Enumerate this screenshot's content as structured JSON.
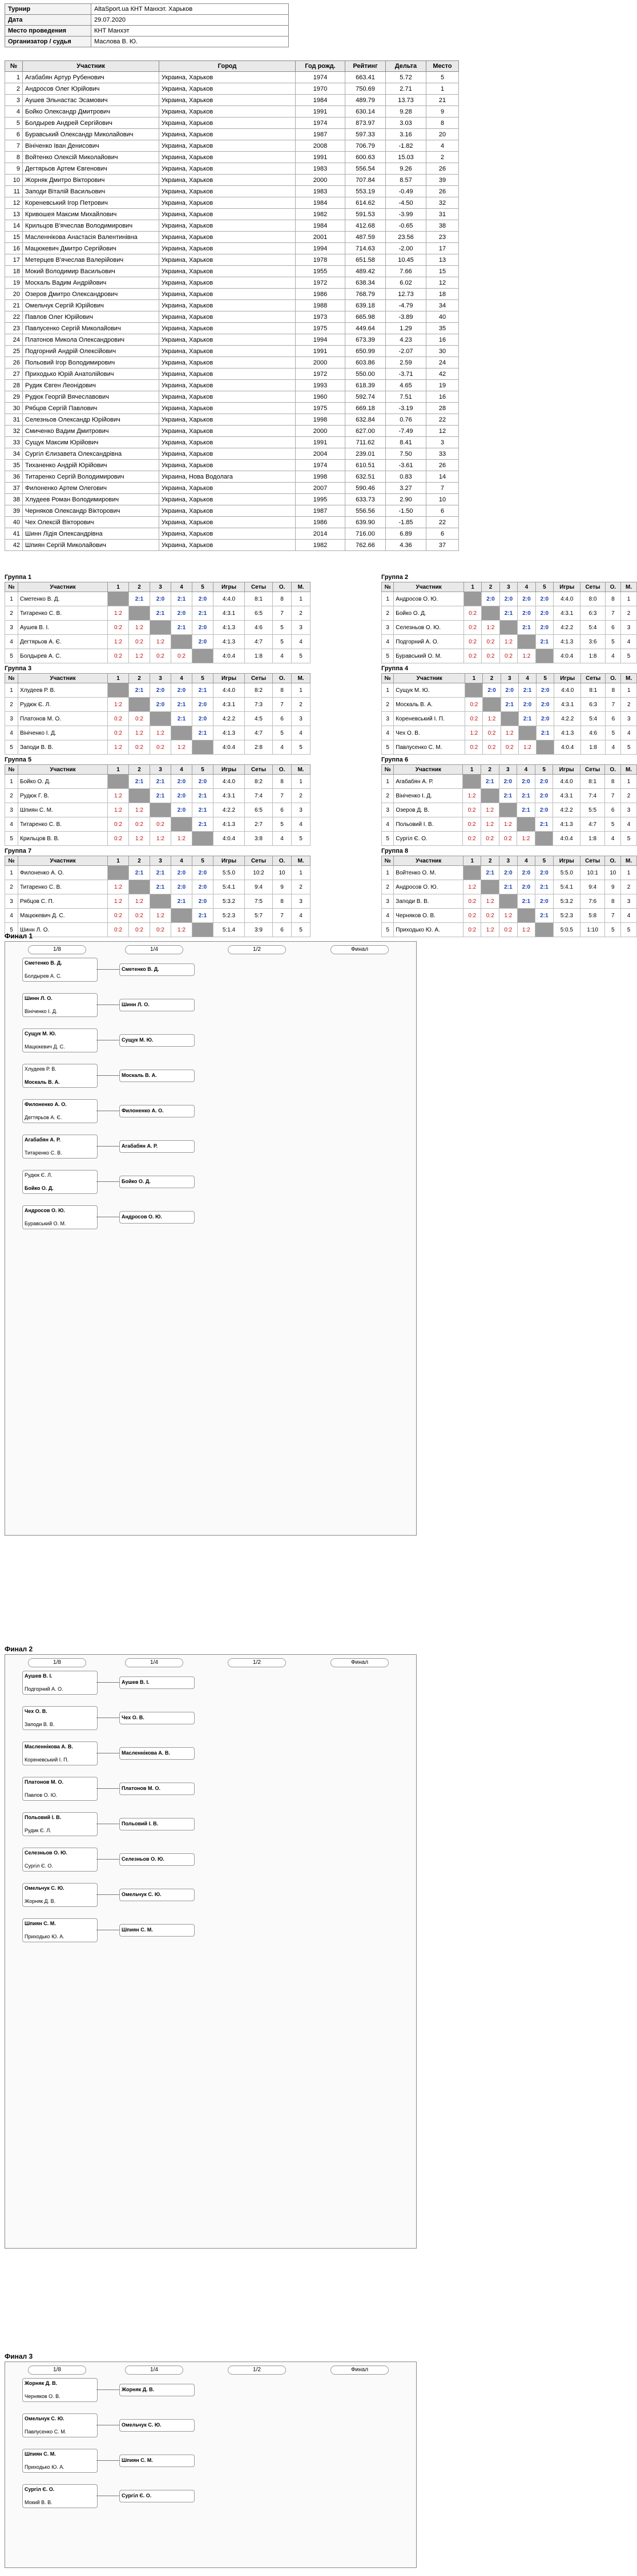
{
  "info": [
    {
      "key": "Турнир",
      "value": "AltaSport.ua КНТ Манхэт. Харьков"
    },
    {
      "key": "Дата",
      "value": "29.07.2020"
    },
    {
      "key": "Место проведения",
      "value": "КНТ Манхэт"
    },
    {
      "key": "Организатор / судья",
      "value": "Маслова В. Ю."
    }
  ],
  "main_headers": [
    "№",
    "Участник",
    "Город",
    "Год рожд.",
    "Рейтинг",
    "Дельта",
    "Место"
  ],
  "players": [
    [
      "1",
      "Агабабян Артур Рубенович",
      "Украина, Харьков",
      "1974",
      "663.41",
      "5.72",
      "5"
    ],
    [
      "2",
      "Андросов Олег Юрійович",
      "Украина, Харьков",
      "1970",
      "750.69",
      "2.71",
      "1"
    ],
    [
      "3",
      "Аушев Эльнастас Эсамович",
      "Украина, Харьков",
      "1984",
      "489.79",
      "13.73",
      "21"
    ],
    [
      "4",
      "Бойко Олександр Дмитрович",
      "Украина, Харьков",
      "1991",
      "630.14",
      "9.28",
      "9"
    ],
    [
      "5",
      "Болдырев Андрей Сергійович",
      "Украина, Харьков",
      "1974",
      "873.97",
      "3.03",
      "8"
    ],
    [
      "6",
      "Буравський Олександр Миколайович",
      "Украина, Харьков",
      "1987",
      "597.33",
      "3.16",
      "20"
    ],
    [
      "7",
      "Вініченко Іван Денисович",
      "Украина, Харьков",
      "2008",
      "706.79",
      "-1.82",
      "4"
    ],
    [
      "8",
      "Войтенко Олексій Миколайович",
      "Украина, Харьков",
      "1991",
      "600.63",
      "15.03",
      "2"
    ],
    [
      "9",
      "Дегтярьов Артем Євгенович",
      "Украина, Харьков",
      "1983",
      "556.54",
      "9.26",
      "26"
    ],
    [
      "10",
      "Жорняк Дмитро Вікторович",
      "Украина, Харьков",
      "2000",
      "707.84",
      "8.57",
      "39"
    ],
    [
      "11",
      "Заподи Віталій Васильович",
      "Украина, Харьков",
      "1983",
      "553.19",
      "-0.49",
      "26"
    ],
    [
      "12",
      "Кореневський Ігор Петрович",
      "Украина, Харьков",
      "1984",
      "614.62",
      "-4.50",
      "32"
    ],
    [
      "13",
      "Кривошея Максим Михайлович",
      "Украина, Харьков",
      "1982",
      "591.53",
      "-3.99",
      "31"
    ],
    [
      "14",
      "Крильцов В'ячеслав Володимирович",
      "Украина, Харьков",
      "1984",
      "412.68",
      "-0.65",
      "38"
    ],
    [
      "15",
      "Масленнікова Анастасія Валентинівна",
      "Украина, Харьков",
      "2001",
      "487.59",
      "23.56",
      "23"
    ],
    [
      "16",
      "Мацюкевич Дмитро Сергійович",
      "Украина, Харьков",
      "1994",
      "714.63",
      "-2.00",
      "17"
    ],
    [
      "17",
      "Метерцев В'ячеслав Валерійович",
      "Украина, Харьков",
      "1978",
      "651.58",
      "10.45",
      "13"
    ],
    [
      "18",
      "Мокий Володимир Васильович",
      "Украина, Харьков",
      "1955",
      "489.42",
      "7.66",
      "15"
    ],
    [
      "19",
      "Москаль Вадим Андрійович",
      "Украина, Харьков",
      "1972",
      "638.34",
      "6.02",
      "12"
    ],
    [
      "20",
      "Озеров Дмитро Олександрович",
      "Украина, Харьков",
      "1986",
      "768.79",
      "12.73",
      "18"
    ],
    [
      "21",
      "Омельчук Сергій Юрійович",
      "Украина, Харьков",
      "1988",
      "639.18",
      "-4.79",
      "34"
    ],
    [
      "22",
      "Павлов Олег Юрійович",
      "Украина, Харьков",
      "1973",
      "665.98",
      "-3.89",
      "40"
    ],
    [
      "23",
      "Павлусенко Сергій Миколайович",
      "Украина, Харьков",
      "1975",
      "449.64",
      "1.29",
      "35"
    ],
    [
      "24",
      "Платонов Микола Олександрович",
      "Украина, Харьков",
      "1994",
      "673.39",
      "4.23",
      "16"
    ],
    [
      "25",
      "Подгорний Андрій Олексійович",
      "Украина, Харьков",
      "1991",
      "650.99",
      "-2.07",
      "30"
    ],
    [
      "26",
      "Польовий Ігор Володимирович",
      "Украина, Харьков",
      "2000",
      "603.86",
      "2.59",
      "24"
    ],
    [
      "27",
      "Приходько Юрій Анатолійович",
      "Украина, Харьков",
      "1972",
      "550.00",
      "-3.71",
      "42"
    ],
    [
      "28",
      "Рудик Євген Леонідович",
      "Украина, Харьков",
      "1993",
      "618.39",
      "4.65",
      "19"
    ],
    [
      "29",
      "Рудюк Георгій Вячеславович",
      "Украина, Харьков",
      "1960",
      "592.74",
      "7.51",
      "16"
    ],
    [
      "30",
      "Рябцов Сергій Павлович",
      "Украина, Харьков",
      "1975",
      "669.18",
      "-3.19",
      "28"
    ],
    [
      "31",
      "Селезньов Олександр Юрійович",
      "Украина, Харьков",
      "1998",
      "632.84",
      "0.76",
      "22"
    ],
    [
      "32",
      "Смиченко Вадим Дмитрович",
      "Украина, Харьков",
      "2000",
      "627.00",
      "-7.49",
      "12"
    ],
    [
      "33",
      "Сущук Максим Юрійович",
      "Украина, Харьков",
      "1991",
      "711.62",
      "8.41",
      "3"
    ],
    [
      "34",
      "Сургіл Єлизавета Олександрівна",
      "Украина, Харьков",
      "2004",
      "239.01",
      "7.50",
      "33"
    ],
    [
      "35",
      "Тиханенко Андрій Юрійович",
      "Украина, Харьков",
      "1974",
      "610.51",
      "-3.61",
      "26"
    ],
    [
      "36",
      "Титаренко Сергій Володимирович",
      "Украина, Нова Водолага",
      "1998",
      "632.51",
      "0.83",
      "14"
    ],
    [
      "37",
      "Филоненко Артем Олегович",
      "Украина, Харьков",
      "2007",
      "590.46",
      "3.27",
      "7"
    ],
    [
      "38",
      "Хлудеев Роман Володимирович",
      "Украина, Харьков",
      "1995",
      "633.73",
      "2.90",
      "10"
    ],
    [
      "39",
      "Черняков Олександр Вікторович",
      "Украина, Харьков",
      "1987",
      "556.56",
      "-1.50",
      "6"
    ],
    [
      "40",
      "Чех Олексій Вікторович",
      "Украина, Харьков",
      "1986",
      "639.90",
      "-1.85",
      "22"
    ],
    [
      "41",
      "Шинн Лідія Олександрівна",
      "Украина, Харьков",
      "2014",
      "716.00",
      "6.89",
      "6"
    ],
    [
      "42",
      "Шпиян Сергій Миколайович",
      "Украина, Харьков",
      "1982",
      "762.66",
      "4.36",
      "37"
    ]
  ],
  "group_headers": [
    "№",
    "Участник",
    "1",
    "2",
    "3",
    "4",
    "5",
    "Игры",
    "Сеты",
    "О.",
    "М."
  ],
  "groups": [
    {
      "title": "Группа 1",
      "rows": [
        [
          "1",
          "Сметенко В. Д.",
          "-",
          "2:1",
          "2:0",
          "2:1",
          "2:0",
          "4:4.0",
          "8:1",
          "8",
          "1"
        ],
        [
          "2",
          "Титаренко С. В.",
          "1:2",
          "-",
          "2:1",
          "2:0",
          "2:1",
          "4:3.1",
          "6:5",
          "7",
          "2"
        ],
        [
          "3",
          "Аушев В. І.",
          "0:2",
          "1:2",
          "-",
          "2:1",
          "2:0",
          "4:1.3",
          "4:6",
          "5",
          "3"
        ],
        [
          "4",
          "Дегтярьов А. Є.",
          "1:2",
          "0:2",
          "1:2",
          "-",
          "2:0",
          "4:1.3",
          "4:7",
          "5",
          "4"
        ],
        [
          "5",
          "Болдырев А. С.",
          "0:2",
          "1:2",
          "0:2",
          "0:2",
          "-",
          "4:0.4",
          "1:8",
          "4",
          "5"
        ]
      ]
    },
    {
      "title": "Группа 2",
      "rows": [
        [
          "1",
          "Андросов О. Ю.",
          "-",
          "2:0",
          "2:0",
          "2:0",
          "2:0",
          "4:4.0",
          "8:0",
          "8",
          "1"
        ],
        [
          "2",
          "Бойко О. Д.",
          "0:2",
          "-",
          "2:1",
          "2:0",
          "2:0",
          "4:3.1",
          "6:3",
          "7",
          "2"
        ],
        [
          "3",
          "Селезньов О. Ю.",
          "0:2",
          "1:2",
          "-",
          "2:1",
          "2:0",
          "4:2.2",
          "5:4",
          "6",
          "3"
        ],
        [
          "4",
          "Подгорний А. О.",
          "0:2",
          "0:2",
          "1:2",
          "-",
          "2:1",
          "4:1.3",
          "3:6",
          "5",
          "4"
        ],
        [
          "5",
          "Буравський О. М.",
          "0:2",
          "0:2",
          "0:2",
          "1:2",
          "-",
          "4:0.4",
          "1:8",
          "4",
          "5"
        ]
      ]
    },
    {
      "title": "Группа 3",
      "rows": [
        [
          "1",
          "Хлудеев Р. В.",
          "-",
          "2:1",
          "2:0",
          "2:0",
          "2:1",
          "4:4.0",
          "8:2",
          "8",
          "1"
        ],
        [
          "2",
          "Рудюк Є. Л.",
          "1:2",
          "-",
          "2:0",
          "2:1",
          "2:0",
          "4:3.1",
          "7:3",
          "7",
          "2"
        ],
        [
          "3",
          "Платонов М. О.",
          "0:2",
          "0:2",
          "-",
          "2:1",
          "2:0",
          "4:2.2",
          "4:5",
          "6",
          "3"
        ],
        [
          "4",
          "Вініченко І. Д.",
          "0:2",
          "1:2",
          "1:2",
          "-",
          "2:1",
          "4:1.3",
          "4:7",
          "5",
          "4"
        ],
        [
          "5",
          "Заподи В. В.",
          "1:2",
          "0:2",
          "0:2",
          "1:2",
          "-",
          "4:0.4",
          "2:8",
          "4",
          "5"
        ]
      ]
    },
    {
      "title": "Группа 4",
      "rows": [
        [
          "1",
          "Сущук М. Ю.",
          "-",
          "2:0",
          "2:0",
          "2:1",
          "2:0",
          "4:4.0",
          "8:1",
          "8",
          "1"
        ],
        [
          "2",
          "Москаль В. А.",
          "0:2",
          "-",
          "2:1",
          "2:0",
          "2:0",
          "4:3.1",
          "6:3",
          "7",
          "2"
        ],
        [
          "3",
          "Кореневський І. П.",
          "0:2",
          "1:2",
          "-",
          "2:1",
          "2:0",
          "4:2.2",
          "5:4",
          "6",
          "3"
        ],
        [
          "4",
          "Чех О. В.",
          "1:2",
          "0:2",
          "1:2",
          "-",
          "2:1",
          "4:1.3",
          "4:6",
          "5",
          "4"
        ],
        [
          "5",
          "Павлусенко С. М.",
          "0:2",
          "0:2",
          "0:2",
          "1:2",
          "-",
          "4:0.4",
          "1:8",
          "4",
          "5"
        ]
      ]
    },
    {
      "title": "Группа 5",
      "rows": [
        [
          "1",
          "Бойко О. Д.",
          "-",
          "2:1",
          "2:1",
          "2:0",
          "2:0",
          "4:4.0",
          "8:2",
          "8",
          "1"
        ],
        [
          "2",
          "Рудюк Г. В.",
          "1:2",
          "-",
          "2:1",
          "2:0",
          "2:1",
          "4:3.1",
          "7:4",
          "7",
          "2"
        ],
        [
          "3",
          "Шпиян С. М.",
          "1:2",
          "1:2",
          "-",
          "2:0",
          "2:1",
          "4:2.2",
          "6:5",
          "6",
          "3"
        ],
        [
          "4",
          "Титаренко С. В.",
          "0:2",
          "0:2",
          "0:2",
          "-",
          "2:1",
          "4:1.3",
          "2:7",
          "5",
          "4"
        ],
        [
          "5",
          "Крильцов В. В.",
          "0:2",
          "1:2",
          "1:2",
          "1:2",
          "-",
          "4:0.4",
          "3:8",
          "4",
          "5"
        ]
      ]
    },
    {
      "title": "Группа 6",
      "rows": [
        [
          "1",
          "Агабабян А. Р.",
          "-",
          "2:1",
          "2:0",
          "2:0",
          "2:0",
          "4:4.0",
          "8:1",
          "8",
          "1"
        ],
        [
          "2",
          "Вініченко І. Д.",
          "1:2",
          "-",
          "2:1",
          "2:1",
          "2:0",
          "4:3.1",
          "7:4",
          "7",
          "2"
        ],
        [
          "3",
          "Озеров Д. В.",
          "0:2",
          "1:2",
          "-",
          "2:1",
          "2:0",
          "4:2.2",
          "5:5",
          "6",
          "3"
        ],
        [
          "4",
          "Польовий І. В.",
          "0:2",
          "1:2",
          "1:2",
          "-",
          "2:1",
          "4:1.3",
          "4:7",
          "5",
          "4"
        ],
        [
          "5",
          "Сургіл Є. О.",
          "0:2",
          "0:2",
          "0:2",
          "1:2",
          "-",
          "4:0.4",
          "1:8",
          "4",
          "5"
        ]
      ]
    },
    {
      "title": "Группа 7",
      "rows": [
        [
          "1",
          "Филоненко А. О.",
          "-",
          "2:1",
          "2:1",
          "2:0",
          "2:0",
          "5:5.0",
          "10:2",
          "10",
          "1"
        ],
        [
          "2",
          "Титаренко С. В.",
          "1:2",
          "-",
          "2:1",
          "2:0",
          "2:0",
          "5:4.1",
          "9:4",
          "9",
          "2"
        ],
        [
          "3",
          "Рябцов С. П.",
          "1:2",
          "1:2",
          "-",
          "2:1",
          "2:0",
          "5:3.2",
          "7:5",
          "8",
          "3"
        ],
        [
          "4",
          "Мацюкевич Д. С.",
          "0:2",
          "0:2",
          "1:2",
          "-",
          "2:1",
          "5:2.3",
          "5:7",
          "7",
          "4"
        ],
        [
          "5",
          "Шинн Л. О.",
          "0:2",
          "0:2",
          "0:2",
          "1:2",
          "-",
          "5:1.4",
          "3:9",
          "6",
          "5"
        ]
      ]
    },
    {
      "title": "Группа 8",
      "rows": [
        [
          "1",
          "Войтенко О. М.",
          "-",
          "2:1",
          "2:0",
          "2:0",
          "2:0",
          "5:5.0",
          "10:1",
          "10",
          "1"
        ],
        [
          "2",
          "Андросов О. Ю.",
          "1:2",
          "-",
          "2:1",
          "2:0",
          "2:1",
          "5:4.1",
          "9:4",
          "9",
          "2"
        ],
        [
          "3",
          "Заподи В. В.",
          "0:2",
          "1:2",
          "-",
          "2:1",
          "2:0",
          "5:3.2",
          "7:6",
          "8",
          "3"
        ],
        [
          "4",
          "Черняков О. В.",
          "0:2",
          "0:2",
          "1:2",
          "-",
          "2:1",
          "5:2.3",
          "5:8",
          "7",
          "4"
        ],
        [
          "5",
          "Приходько Ю. А.",
          "0:2",
          "1:2",
          "0:2",
          "1:2",
          "-",
          "5:0.5",
          "1:10",
          "5",
          "5"
        ]
      ]
    }
  ],
  "finals": [
    {
      "title": "Финал 1",
      "rounds": [
        "1/8",
        "1/4",
        "1/2",
        "Финал"
      ],
      "matches": [
        [
          "Сметенко В. Д.",
          "Болдырев А. С.",
          "Сметенко В. Д."
        ],
        [
          "Шинн Л. О.",
          "Вініченко І. Д.",
          "Шинн Л. О."
        ],
        [
          "Сущук М. Ю.",
          "Мацюкевич Д. С.",
          "Сущук М. Ю."
        ],
        [
          "Хлудеев Р. В.",
          "Москаль В. А.",
          "Москаль В. А."
        ],
        [
          "Филоненко А. О.",
          "Дегтярьов А. Є.",
          "Филоненко А. О."
        ],
        [
          "Агабабян А. Р.",
          "Титаренко С. В.",
          "Агабабян А. Р."
        ],
        [
          "Рудюк Є. Л.",
          "Бойко О. Д.",
          "Бойко О. Д."
        ],
        [
          "Андросов О. Ю.",
          "Буравський О. М.",
          "Андросов О. Ю."
        ]
      ]
    },
    {
      "title": "Финал 2",
      "rounds": [
        "1/8",
        "1/4",
        "1/2",
        "Финал"
      ],
      "matches": [
        [
          "Аушев В. І.",
          "Подгорний А. О.",
          "Аушев В. І."
        ],
        [
          "Чех О. В.",
          "Заподи В. В.",
          "Чех О. В."
        ],
        [
          "Масленнікова А. В.",
          "Кореневський І. П.",
          "Масленнікова А. В."
        ],
        [
          "Платонов М. О.",
          "Павлов О. Ю.",
          "Платонов М. О."
        ],
        [
          "Польовий І. В.",
          "Рудик Є. Л.",
          "Польовий І. В."
        ],
        [
          "Селезньов О. Ю.",
          "Сургіл Є. О.",
          "Селезньов О. Ю."
        ],
        [
          "Омельчук С. Ю.",
          "Жорняк Д. В.",
          "Омельчук С. Ю."
        ],
        [
          "Шпиян С. М.",
          "Приходько Ю. А.",
          "Шпиян С. М."
        ]
      ]
    },
    {
      "title": "Финал 3",
      "rounds": [
        "1/8",
        "1/4",
        "1/2",
        "Финал"
      ],
      "matches": [
        [
          "Жорняк Д. В.",
          "Черняков О. В.",
          "Жорняк Д. В."
        ],
        [
          "Омельчук С. Ю.",
          "Павлусенко С. М.",
          "Омельчук С. Ю."
        ],
        [
          "Шпиян С. М.",
          "Приходько Ю. А.",
          "Шпиян С. М."
        ],
        [
          "Сургіл Є. О.",
          "Мокий В. В.",
          "Сургіл Є. О."
        ]
      ]
    }
  ],
  "colors": {
    "win": "#1b3fb0",
    "loss": "#c01010",
    "score": "#2a8a2a",
    "cyan_panel": "#eaf7fa",
    "yellow_panel": "#fdfbe3"
  }
}
